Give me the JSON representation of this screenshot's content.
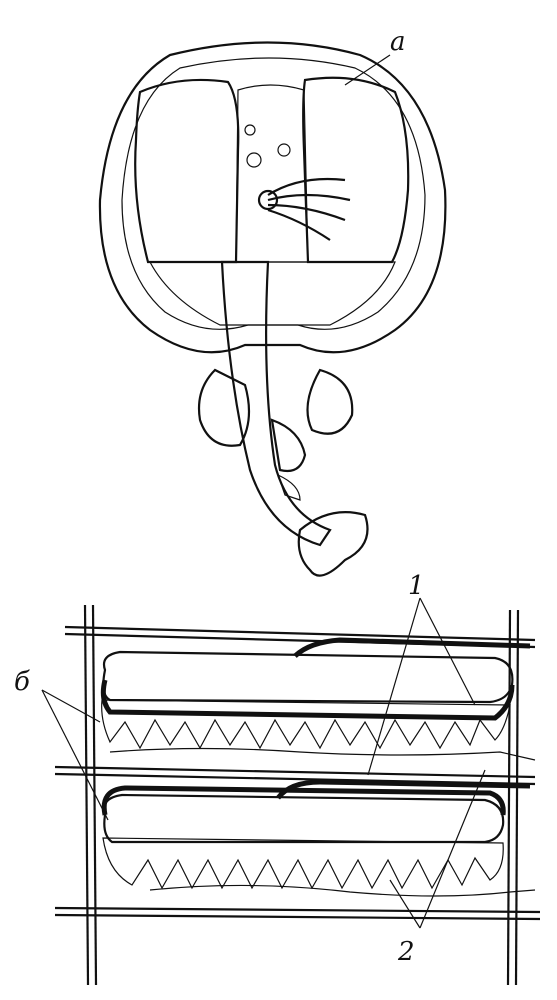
{
  "labels": {
    "a": "а",
    "b": "б",
    "one": "1",
    "two": "2"
  },
  "colors": {
    "ink": "#111111",
    "paper": "#ffffff"
  }
}
